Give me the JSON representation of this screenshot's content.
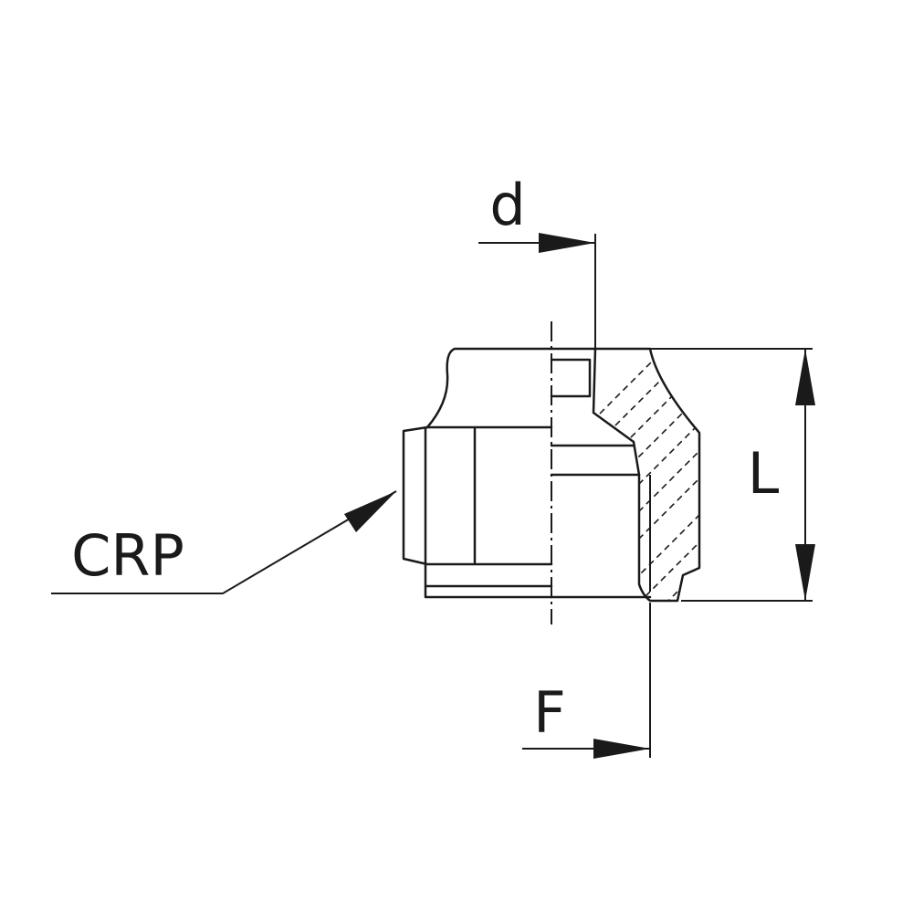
{
  "labels": {
    "d": "d",
    "L": "L",
    "F": "F",
    "part": "CRP"
  }
}
